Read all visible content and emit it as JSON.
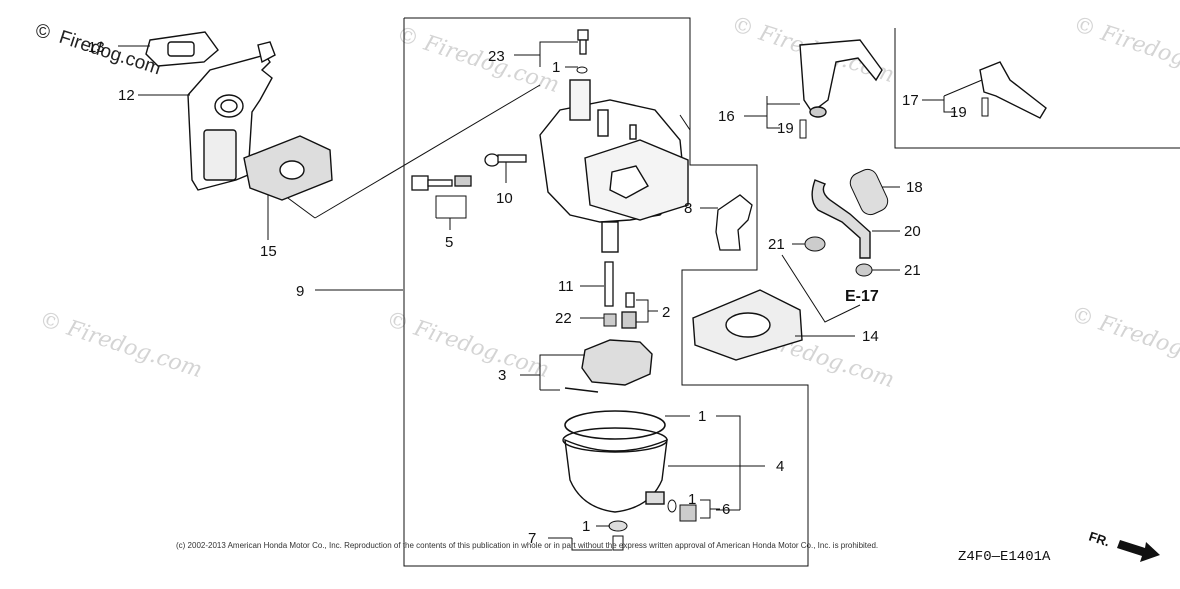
{
  "brand": {
    "symbol": "©",
    "name": "Firedog.com"
  },
  "watermarks": [
    {
      "id": "wm-1",
      "text": "© Firedog.com"
    },
    {
      "id": "wm-2",
      "text": "© Firedog.com"
    },
    {
      "id": "wm-3",
      "text": "© Firedog.com"
    },
    {
      "id": "wm-4",
      "text": "© Firedog.com"
    },
    {
      "id": "wm-5",
      "text": "© Firedog.com"
    },
    {
      "id": "wm-6",
      "text": "© Firedog.com"
    },
    {
      "id": "wm-7",
      "text": "© Firedog.com"
    }
  ],
  "callouts": {
    "c1a": "1",
    "c1b": "1",
    "c1c": "1",
    "c1d": "1",
    "c2": "2",
    "c3": "3",
    "c4": "4",
    "c5": "5",
    "c6": "6",
    "c7": "7",
    "c8": "8",
    "c9": "9",
    "c10": "10",
    "c11": "11",
    "c12": "12",
    "c13": "13",
    "c14": "14",
    "c15": "15",
    "c16": "16",
    "c17": "17",
    "c18": "18",
    "c19a": "19",
    "c19b": "19",
    "c20": "20",
    "c21a": "21",
    "c21b": "21",
    "c22": "22",
    "c23": "23"
  },
  "reference": {
    "section": "E-17"
  },
  "footer": {
    "copyright": "(c) 2002-2013 American Honda Motor Co., Inc. Reproduction of the contents of this publication in whole or in part without the express written approval of American Honda Motor Co., Inc. is prohibited.",
    "diagram_code": "Z4F0—E1401A",
    "direction": "FR."
  }
}
